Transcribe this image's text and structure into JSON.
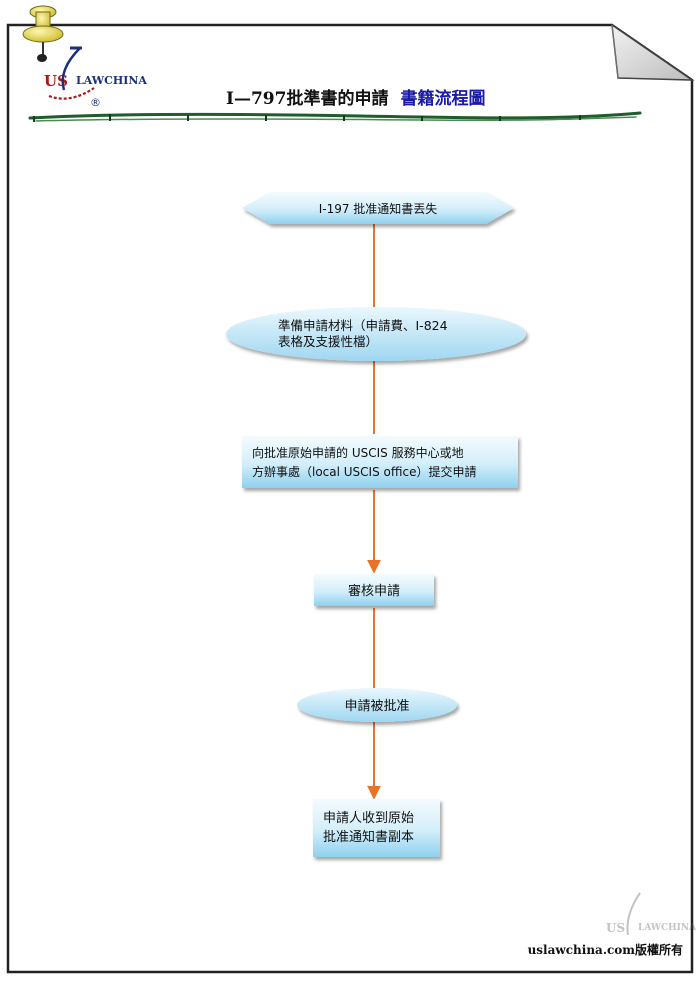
{
  "header": {
    "logo_text_left": "US",
    "logo_text_right": "LAWCHINA",
    "logo_registered": "®",
    "title_main": "I—797批準書的申請",
    "title_accent": "書籍流程圖",
    "title_accent_color": "#1a1aa8"
  },
  "flow": {
    "steps": [
      {
        "lines": [
          "I-197 批准通知書丟失"
        ]
      },
      {
        "lines": [
          "準備申請材料（申請費、I-824",
          "表格及支援性檔）"
        ]
      },
      {
        "lines": [
          "向批准原始申請的 USCIS 服務中心或地",
          "方辦事處（local USCIS office）提交申請"
        ]
      },
      {
        "lines": [
          "審核申請"
        ]
      },
      {
        "lines": [
          "申請被批准"
        ]
      },
      {
        "lines": [
          "申請人收到原始",
          "批准通知書副本"
        ]
      }
    ],
    "connector_color": "#e8742a",
    "shape_fill_light": "#e9f6fc",
    "shape_fill_dark": "#8fd0ee"
  },
  "footer": {
    "watermark_left": "US",
    "watermark_right": "LAWCHINA",
    "copyright": "uslawchina.com版權所有"
  }
}
